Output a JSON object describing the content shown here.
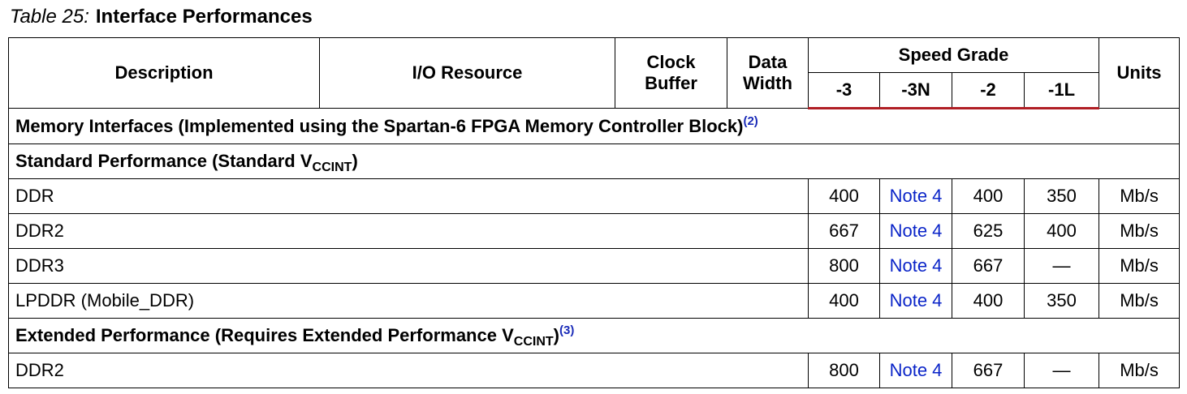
{
  "caption": {
    "label": "Table  25:",
    "title": "Interface Performances"
  },
  "headers": {
    "description": "Description",
    "io_resource": "I/O Resource",
    "clock_buffer": "Clock Buffer",
    "data_width": "Data Width",
    "speed_grade": "Speed Grade",
    "units": "Units",
    "grades": [
      "-3",
      "-3N",
      "-2",
      "-1L"
    ]
  },
  "sections": {
    "memory": {
      "text": "Memory Interfaces (Implemented using the Spartan-6 FPGA Memory Controller Block)",
      "note": "(2)"
    },
    "standard": {
      "text": "Standard Performance (Standard V",
      "subscript": "CCINT",
      "suffix": ")"
    },
    "extended": {
      "text": "Extended Performance (Requires Extended Performance V",
      "subscript": "CCINT",
      "suffix": ")",
      "note": "(3)"
    }
  },
  "rows": {
    "ddr": {
      "desc": "DDR",
      "g3": "400",
      "g3n": "Note 4",
      "g2": "400",
      "g1l": "350",
      "units": "Mb/s"
    },
    "ddr2": {
      "desc": "DDR2",
      "g3": "667",
      "g3n": "Note 4",
      "g2": "625",
      "g1l": "400",
      "units": "Mb/s"
    },
    "ddr3": {
      "desc": "DDR3",
      "g3": "800",
      "g3n": "Note 4",
      "g2": "667",
      "g1l": "—",
      "units": "Mb/s"
    },
    "lpddr": {
      "desc": "LPDDR (Mobile_DDR)",
      "g3": "400",
      "g3n": "Note 4",
      "g2": "400",
      "g1l": "350",
      "units": "Mb/s"
    },
    "ext_ddr2": {
      "desc": "DDR2",
      "g3": "800",
      "g3n": "Note 4",
      "g2": "667",
      "g1l": "—",
      "units": "Mb/s"
    }
  }
}
